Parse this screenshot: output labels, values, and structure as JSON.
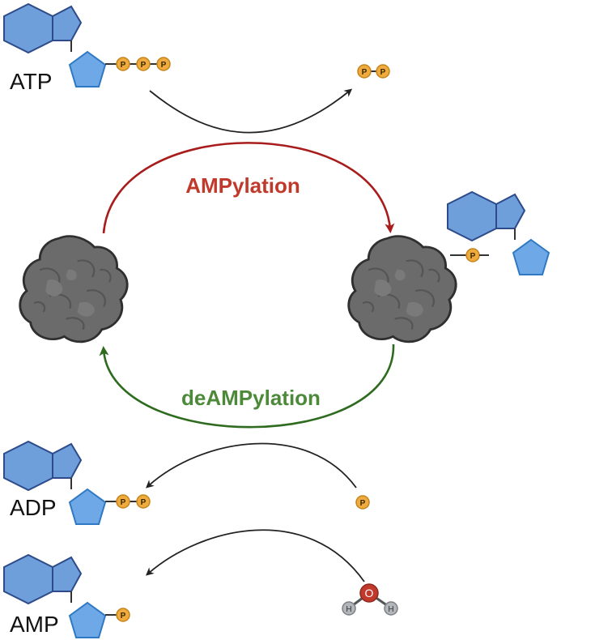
{
  "labels": {
    "atp": "ATP",
    "adp": "ADP",
    "amp": "AMP",
    "ampylation": "AMPylation",
    "deampylation": "deAMPylation"
  },
  "symbols": {
    "phosphate": "P",
    "oxygen": "O",
    "hydrogen": "H"
  },
  "colors": {
    "ampylation": "#a81c1c",
    "ampylation_text": "#c0392b",
    "deampylation": "#2e6b1f",
    "deampylation_text": "#4c8a3a",
    "adenine_fill": "#6e9fdb",
    "adenine_stroke": "#2d4a8a",
    "ribose_fill": "#6ea8e6",
    "ribose_stroke": "#2f78c4",
    "phosphate_fill": "#f0ab3e",
    "phosphate_stroke": "#c4841a",
    "protein_fill": "#6b6b6b",
    "protein_stroke": "#2f2f2f",
    "oxygen": "#c0392b",
    "hydrogen": "#b3b6ba"
  }
}
